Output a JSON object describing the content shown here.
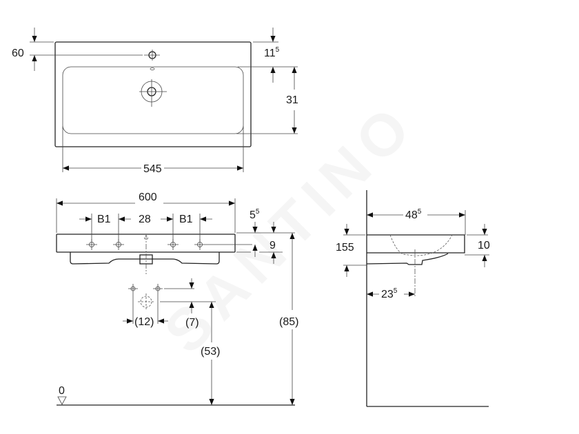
{
  "watermark": "SANTINO",
  "top_view": {
    "dim_tap_offset": "60",
    "dim_rim": {
      "main": "11",
      "sup": "5"
    },
    "dim_bowl_depth": "31",
    "dim_bowl_width": "545"
  },
  "front_view": {
    "dim_width": "600",
    "dim_b1_left": "B1",
    "dim_center": "28",
    "dim_b1_right": "B1",
    "dim_top": {
      "main": "5",
      "sup": "5"
    },
    "dim_hole_height": "9",
    "dim_pipe_spacing": "(12)",
    "dim_pipe_offset": "(7)",
    "dim_drain_height": "(53)",
    "dim_total_height": "(85)",
    "floor_level": "0"
  },
  "side_view": {
    "dim_depth": {
      "main": "48",
      "sup": "5"
    },
    "dim_total_thickness": "155",
    "dim_rim_thickness": "10",
    "dim_drain_offset": {
      "main": "23",
      "sup": "5"
    }
  }
}
